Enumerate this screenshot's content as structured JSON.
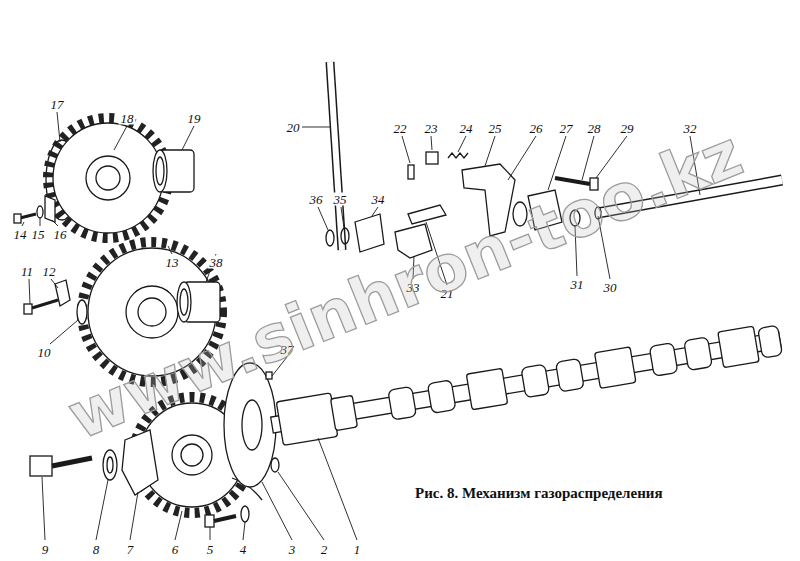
{
  "diagram": {
    "caption": "Рис. 8. Механизм газораспределения",
    "labels": [
      "1",
      "2",
      "3",
      "4",
      "5",
      "6",
      "7",
      "8",
      "9",
      "10",
      "11",
      "12",
      "13",
      "14",
      "15",
      "16",
      "17",
      "18",
      "19",
      "20",
      "21",
      "22",
      "23",
      "24",
      "25",
      "26",
      "27",
      "28",
      "29",
      "30",
      "31",
      "32",
      "33",
      "34",
      "35",
      "36",
      "37",
      "38",
      "www.sinhron-too.kz"
    ]
  }
}
